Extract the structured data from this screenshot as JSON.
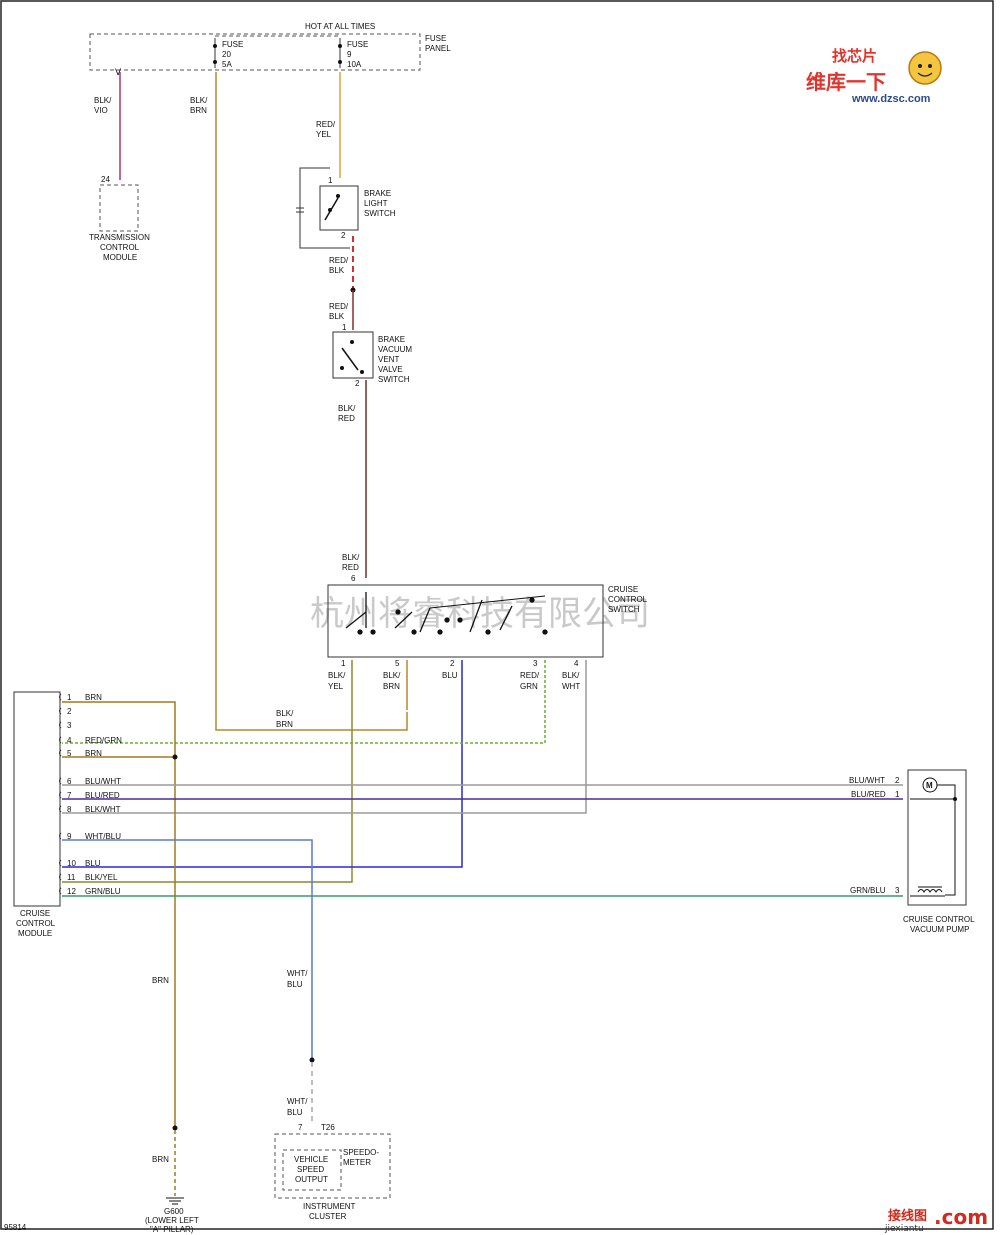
{
  "header": {
    "hot_label": "HOT AT ALL TIMES",
    "fuse_panel": [
      "FUSE",
      "PANEL"
    ]
  },
  "fuses": {
    "f20": [
      "FUSE",
      "20",
      "5A"
    ],
    "f9": [
      "FUSE",
      "9",
      "10A"
    ]
  },
  "components": {
    "tcm": {
      "pin": "24",
      "label": [
        "TRANSMISSION",
        "CONTROL",
        "MODULE"
      ]
    },
    "brake_light_switch": {
      "label": [
        "BRAKE",
        "LIGHT",
        "SWITCH"
      ],
      "pin_top": "1",
      "pin_bottom": "2"
    },
    "brake_vacuum_switch": {
      "label": [
        "BRAKE",
        "VACUUM",
        "VENT",
        "VALVE",
        "SWITCH"
      ],
      "pin_top": "1",
      "pin_bottom": "2"
    },
    "cruise_switch": {
      "label": [
        "CRUISE",
        "CONTROL",
        "SWITCH"
      ],
      "pin_top": "6",
      "pins_bottom": [
        "1",
        "5",
        "2",
        "3",
        "4"
      ]
    },
    "module": {
      "label": [
        "CRUISE",
        "CONTROL",
        "MODULE"
      ]
    },
    "pump": {
      "label": [
        "CRUISE CONTROL",
        "VACUUM PUMP"
      ],
      "pins": [
        "2",
        "1",
        "3"
      ]
    },
    "ground": {
      "label": [
        "G600",
        "(LOWER LEFT",
        "\"A\" PILLAR)"
      ]
    },
    "cluster": {
      "pin": "7",
      "connector": "T26",
      "inner": [
        "VEHICLE",
        "SPEED",
        "OUTPUT"
      ],
      "speedo": [
        "SPEEDO-",
        "METER"
      ],
      "label": [
        "INSTRUMENT",
        "CLUSTER"
      ]
    }
  },
  "wires": {
    "blk_vio": [
      "BLK/",
      "VIO"
    ],
    "blk_brn_top": [
      "BLK/",
      "BRN"
    ],
    "red_yel": [
      "RED/",
      "YEL"
    ],
    "red_blk_1": [
      "RED/",
      "BLK"
    ],
    "red_blk_2": [
      "RED/",
      "BLK"
    ],
    "blk_red_1": [
      "BLK/",
      "RED"
    ],
    "blk_red_2": [
      "BLK/",
      "RED"
    ],
    "sw1": [
      "BLK/",
      "YEL"
    ],
    "sw5": [
      "BLK/",
      "BRN"
    ],
    "sw2": [
      "BLU"
    ],
    "sw3": [
      "RED/",
      "GRN"
    ],
    "sw4": [
      "BLK/",
      "WHT"
    ],
    "blk_brn_mid": [
      "BLK/",
      "BRN"
    ],
    "brn_vert": [
      "BRN"
    ],
    "brn_ground": [
      "BRN"
    ],
    "wht_blu_1": [
      "WHT/",
      "BLU"
    ],
    "wht_blu_2": [
      "WHT/",
      "BLU"
    ],
    "pump_blu_wht": "BLU/WHT",
    "pump_blu_red": "BLU/RED",
    "pump_grn_blu": "GRN/BLU"
  },
  "module_pins": [
    {
      "pin": "1",
      "color": "BRN"
    },
    {
      "pin": "2",
      "color": ""
    },
    {
      "pin": "3",
      "color": ""
    },
    {
      "pin": "4",
      "color": "RED/GRN"
    },
    {
      "pin": "5",
      "color": "BRN"
    },
    {
      "pin": "6",
      "color": "BLU/WHT"
    },
    {
      "pin": "7",
      "color": "BLU/RED"
    },
    {
      "pin": "8",
      "color": "BLK/WHT"
    },
    {
      "pin": "9",
      "color": "WHT/BLU"
    },
    {
      "pin": "10",
      "color": "BLU"
    },
    {
      "pin": "11",
      "color": "BLK/YEL"
    },
    {
      "pin": "12",
      "color": "GRN/BLU"
    }
  ],
  "watermark": "杭州将睿科技有限公司",
  "logo": {
    "top": "找芯片",
    "bottom": "维库一下",
    "url": "www.dzsc.com"
  },
  "figure_id": "95814",
  "footer_logo": {
    "name": "接线图",
    "sub": "jiexiantu",
    "com": ".com"
  },
  "wire_colors": {
    "brn": "#a07a1c",
    "orange": "#e7a03c",
    "violet": "#b0307a",
    "red_dash": "#d23030",
    "maroon": "#7a2a2a",
    "blue": "#2a2ad0",
    "purple": "#4a2aa0",
    "grey": "#9a9a9a",
    "green_dash": "#6ab02a",
    "green": "#3a9a6a",
    "olive": "#8a8a30",
    "light_blue": "#5a7ad0"
  }
}
